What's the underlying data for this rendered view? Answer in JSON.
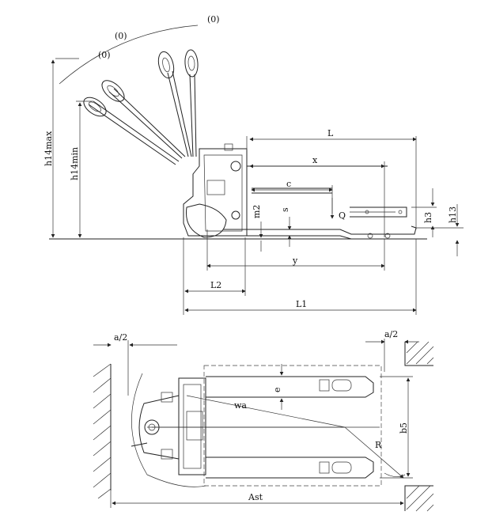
{
  "side_view": {
    "angle_labels": [
      "(0)",
      "(0)",
      "(0)"
    ],
    "labels": {
      "h14max": "h14max",
      "h14min": "h14min",
      "L": "L",
      "x": "x",
      "c": "c",
      "m2": "m2",
      "s": "s",
      "Q": "Q",
      "h3": "h3",
      "h13": "h13",
      "y": "y",
      "L2": "L2",
      "L1": "L1"
    }
  },
  "top_view": {
    "labels": {
      "a2_left": "a/2",
      "a2_right": "a/2",
      "e": "e",
      "wa": "wa",
      "R": "R",
      "b5": "b5",
      "Ast": "Ast"
    }
  }
}
